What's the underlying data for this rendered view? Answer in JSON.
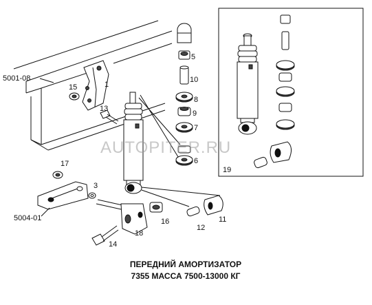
{
  "diagram": {
    "caption": {
      "line1": "ПЕРЕДНИЙ АМОРТИЗАТОР",
      "line2": "7355  МАССА 7500-13000 КГ"
    },
    "watermark": "AUTOPITER.RU",
    "callouts": {
      "frame": "5001-08",
      "bracket": "5004-01",
      "c1": "1",
      "c3": "3",
      "c5": "5",
      "c6": "6",
      "c7": "7",
      "c8": "8",
      "c9": "9",
      "c10": "10",
      "c11": "11",
      "c12": "12",
      "c13": "13",
      "c14": "14",
      "c15": "15",
      "c16": "16",
      "c17": "17",
      "c18": "18",
      "c19": "19"
    }
  }
}
